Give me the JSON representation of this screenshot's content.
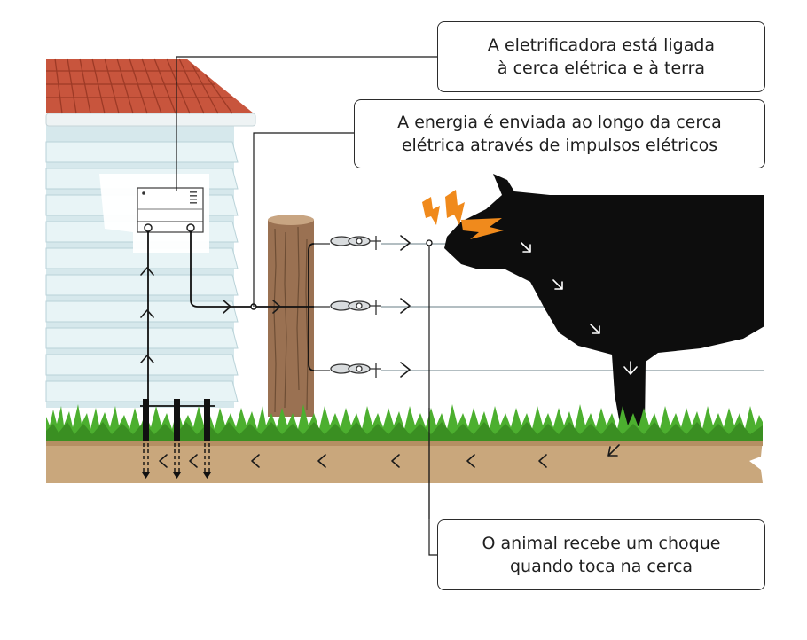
{
  "callouts": {
    "energizer": {
      "line1": "A eletrificadora está ligada",
      "line2": "à cerca elétrica e à terra"
    },
    "pulses": {
      "line1": "A energia é enviada ao longo da cerca",
      "line2": "elétrica através de impulsos elétricos"
    },
    "shock": {
      "line1": "O animal recebe um choque",
      "line2": "quando toca na cerca"
    }
  },
  "colors": {
    "roof": "#c8553d",
    "siding": "#dfeef1",
    "post": "#9a7152",
    "grass": "#4caf2f",
    "soil": "#c9a77c",
    "animal": "#0d0d0d",
    "spark": "#f08a1c",
    "wire": "#9aa8ad"
  },
  "icons": {
    "spark": "lightning-bolt-icon",
    "arrow": "current-flow-arrow-icon"
  }
}
